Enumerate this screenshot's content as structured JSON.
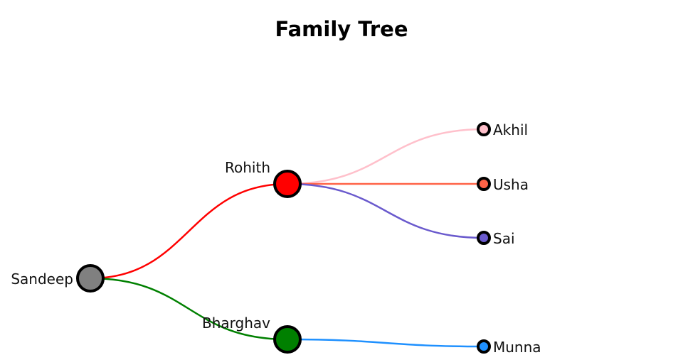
{
  "title": "Family Tree",
  "nodes": [
    {
      "id": "sandeep",
      "name": "Sandeep",
      "color": "#808080",
      "size": "large",
      "label_side": "left"
    },
    {
      "id": "rohith",
      "name": "Rohith",
      "color": "#ff0000",
      "size": "large",
      "label_side": "above",
      "parent": "sandeep",
      "link_color": "#ff0000"
    },
    {
      "id": "bharghav",
      "name": "Bharghav",
      "color": "#008000",
      "size": "large",
      "label_side": "above",
      "parent": "sandeep",
      "link_color": "#008000"
    },
    {
      "id": "akhil",
      "name": "Akhil",
      "color": "#ffc0cb",
      "size": "small",
      "label_side": "right",
      "parent": "rohith",
      "link_color": "#ffc0cb"
    },
    {
      "id": "usha",
      "name": "Usha",
      "color": "#ff6347",
      "size": "small",
      "label_side": "right",
      "parent": "rohith",
      "link_color": "#ff6347"
    },
    {
      "id": "sai",
      "name": "Sai",
      "color": "#6a5acd",
      "size": "small",
      "label_side": "right",
      "parent": "rohith",
      "link_color": "#6a5acd"
    },
    {
      "id": "munna",
      "name": "Munna",
      "color": "#1e90ff",
      "size": "small",
      "label_side": "right",
      "parent": "bharghav",
      "link_color": "#1e90ff"
    }
  ]
}
